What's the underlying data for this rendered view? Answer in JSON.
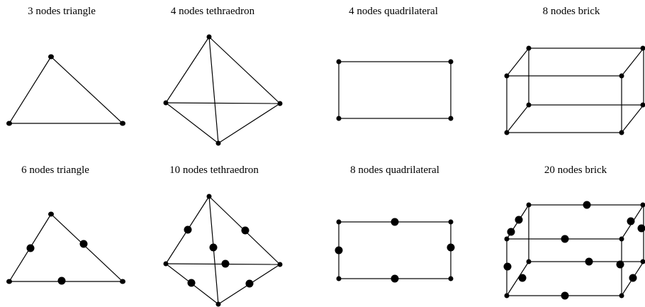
{
  "figure": {
    "colors": {
      "stroke": "#000000",
      "background": "#ffffff"
    },
    "elements": [
      {
        "id": "tri3",
        "caption": "3 nodes triangle"
      },
      {
        "id": "tet4",
        "caption": "4 nodes tethraedron"
      },
      {
        "id": "quad4",
        "caption": "4 nodes quadrilateral"
      },
      {
        "id": "brick8",
        "caption": "8 nodes brick"
      },
      {
        "id": "tri6",
        "caption": "6 nodes triangle"
      },
      {
        "id": "tet10",
        "caption": "10 nodes tethraedron"
      },
      {
        "id": "quad8",
        "caption": "8 nodes quadrilateral"
      },
      {
        "id": "brick20",
        "caption": "20 nodes brick"
      }
    ]
  }
}
